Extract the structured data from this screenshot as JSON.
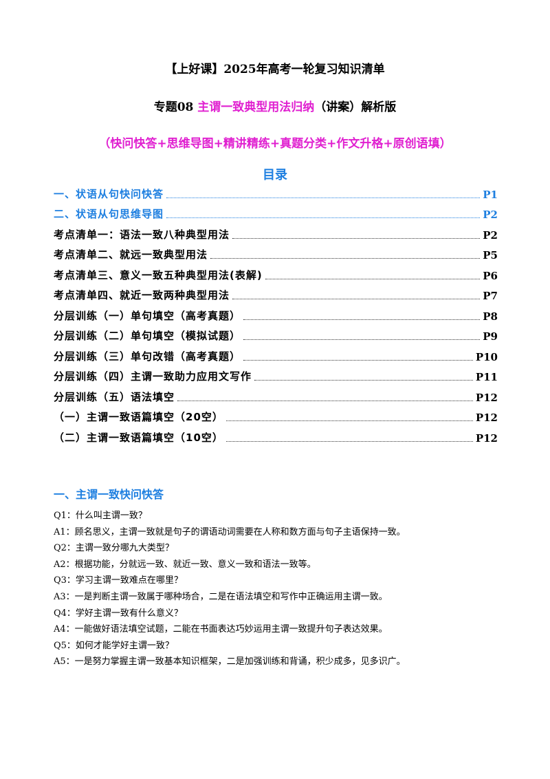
{
  "header": {
    "line1": "【上好课】2025年高考一轮复习知识清单",
    "line2_prefix": "专题08  ",
    "line2_topic": "主谓一致典型用法归纳",
    "line2_suffix": "（讲案）解析版",
    "line3": "（快问快答+思维导图+精讲精练+真题分类+作文升格+原创语填）"
  },
  "toc": {
    "title": "目录",
    "items": [
      {
        "label": "一、状语从句快问快答",
        "page": "P1",
        "style": "blue"
      },
      {
        "label": "二、状语从句思维导图",
        "page": "P2",
        "style": "blue"
      },
      {
        "label": "考点清单一：语法一致八种典型用法",
        "page": "P2",
        "style": "black"
      },
      {
        "label": "考点清单二、就远一致典型用法",
        "page": "P5",
        "style": "black"
      },
      {
        "label": "考点清单三、意义一致五种典型用法(表解)",
        "page": "P6",
        "style": "black"
      },
      {
        "label": "考点清单四、就近一致两种典型用法",
        "page": "P7",
        "style": "black"
      },
      {
        "label": "分层训练（一）单句填空（高考真题）",
        "page": "P8",
        "style": "black"
      },
      {
        "label": "分层训练（二）单句填空（模拟试题）",
        "page": "P9",
        "style": "black"
      },
      {
        "label": "分层训练（三）单句改错（高考真题）",
        "page": "P10",
        "style": "black"
      },
      {
        "label": "分层训练（四）主谓一致助力应用文写作",
        "page": "P11",
        "style": "black"
      },
      {
        "label": "分层训练（五）语法填空",
        "page": "P12",
        "style": "black"
      },
      {
        "label": "（一）主谓一致语篇填空（20空）",
        "page": "P12",
        "style": "black"
      },
      {
        "label": "（二）主谓一致语篇填空（10空）",
        "page": "P12",
        "style": "black"
      }
    ]
  },
  "section1": {
    "heading": "一、主谓一致快问快答",
    "lines": [
      "Q1：什么叫主谓一致？",
      "A1：顾名思义，主谓一致就是句子的谓语动词需要在人称和数方面与句子主语保持一致。",
      "Q2：主谓一致分哪九大类型？",
      "A2：根据功能，分就远一致、就近一致、意义一致和语法一致等。",
      "Q3：学习主谓一致难点在哪里？",
      "A3：一是判断主谓一致属于哪种场合，二是在语法填空和写作中正确运用主谓一致。",
      "Q4：学好主谓一致有什么意义？",
      "A4：一能做好语法填空试题，二能在书面表达巧妙运用主谓一致提升句子表达效果。",
      "Q5：如何才能学好主谓一致？",
      "A5：一是努力掌握主谓一致基本知识框架，二是加强训练和背诵，积少成多，见多识广。"
    ]
  },
  "colors": {
    "blue": "#1e7fe0",
    "magenta": "#e020d0",
    "text": "#000000"
  }
}
